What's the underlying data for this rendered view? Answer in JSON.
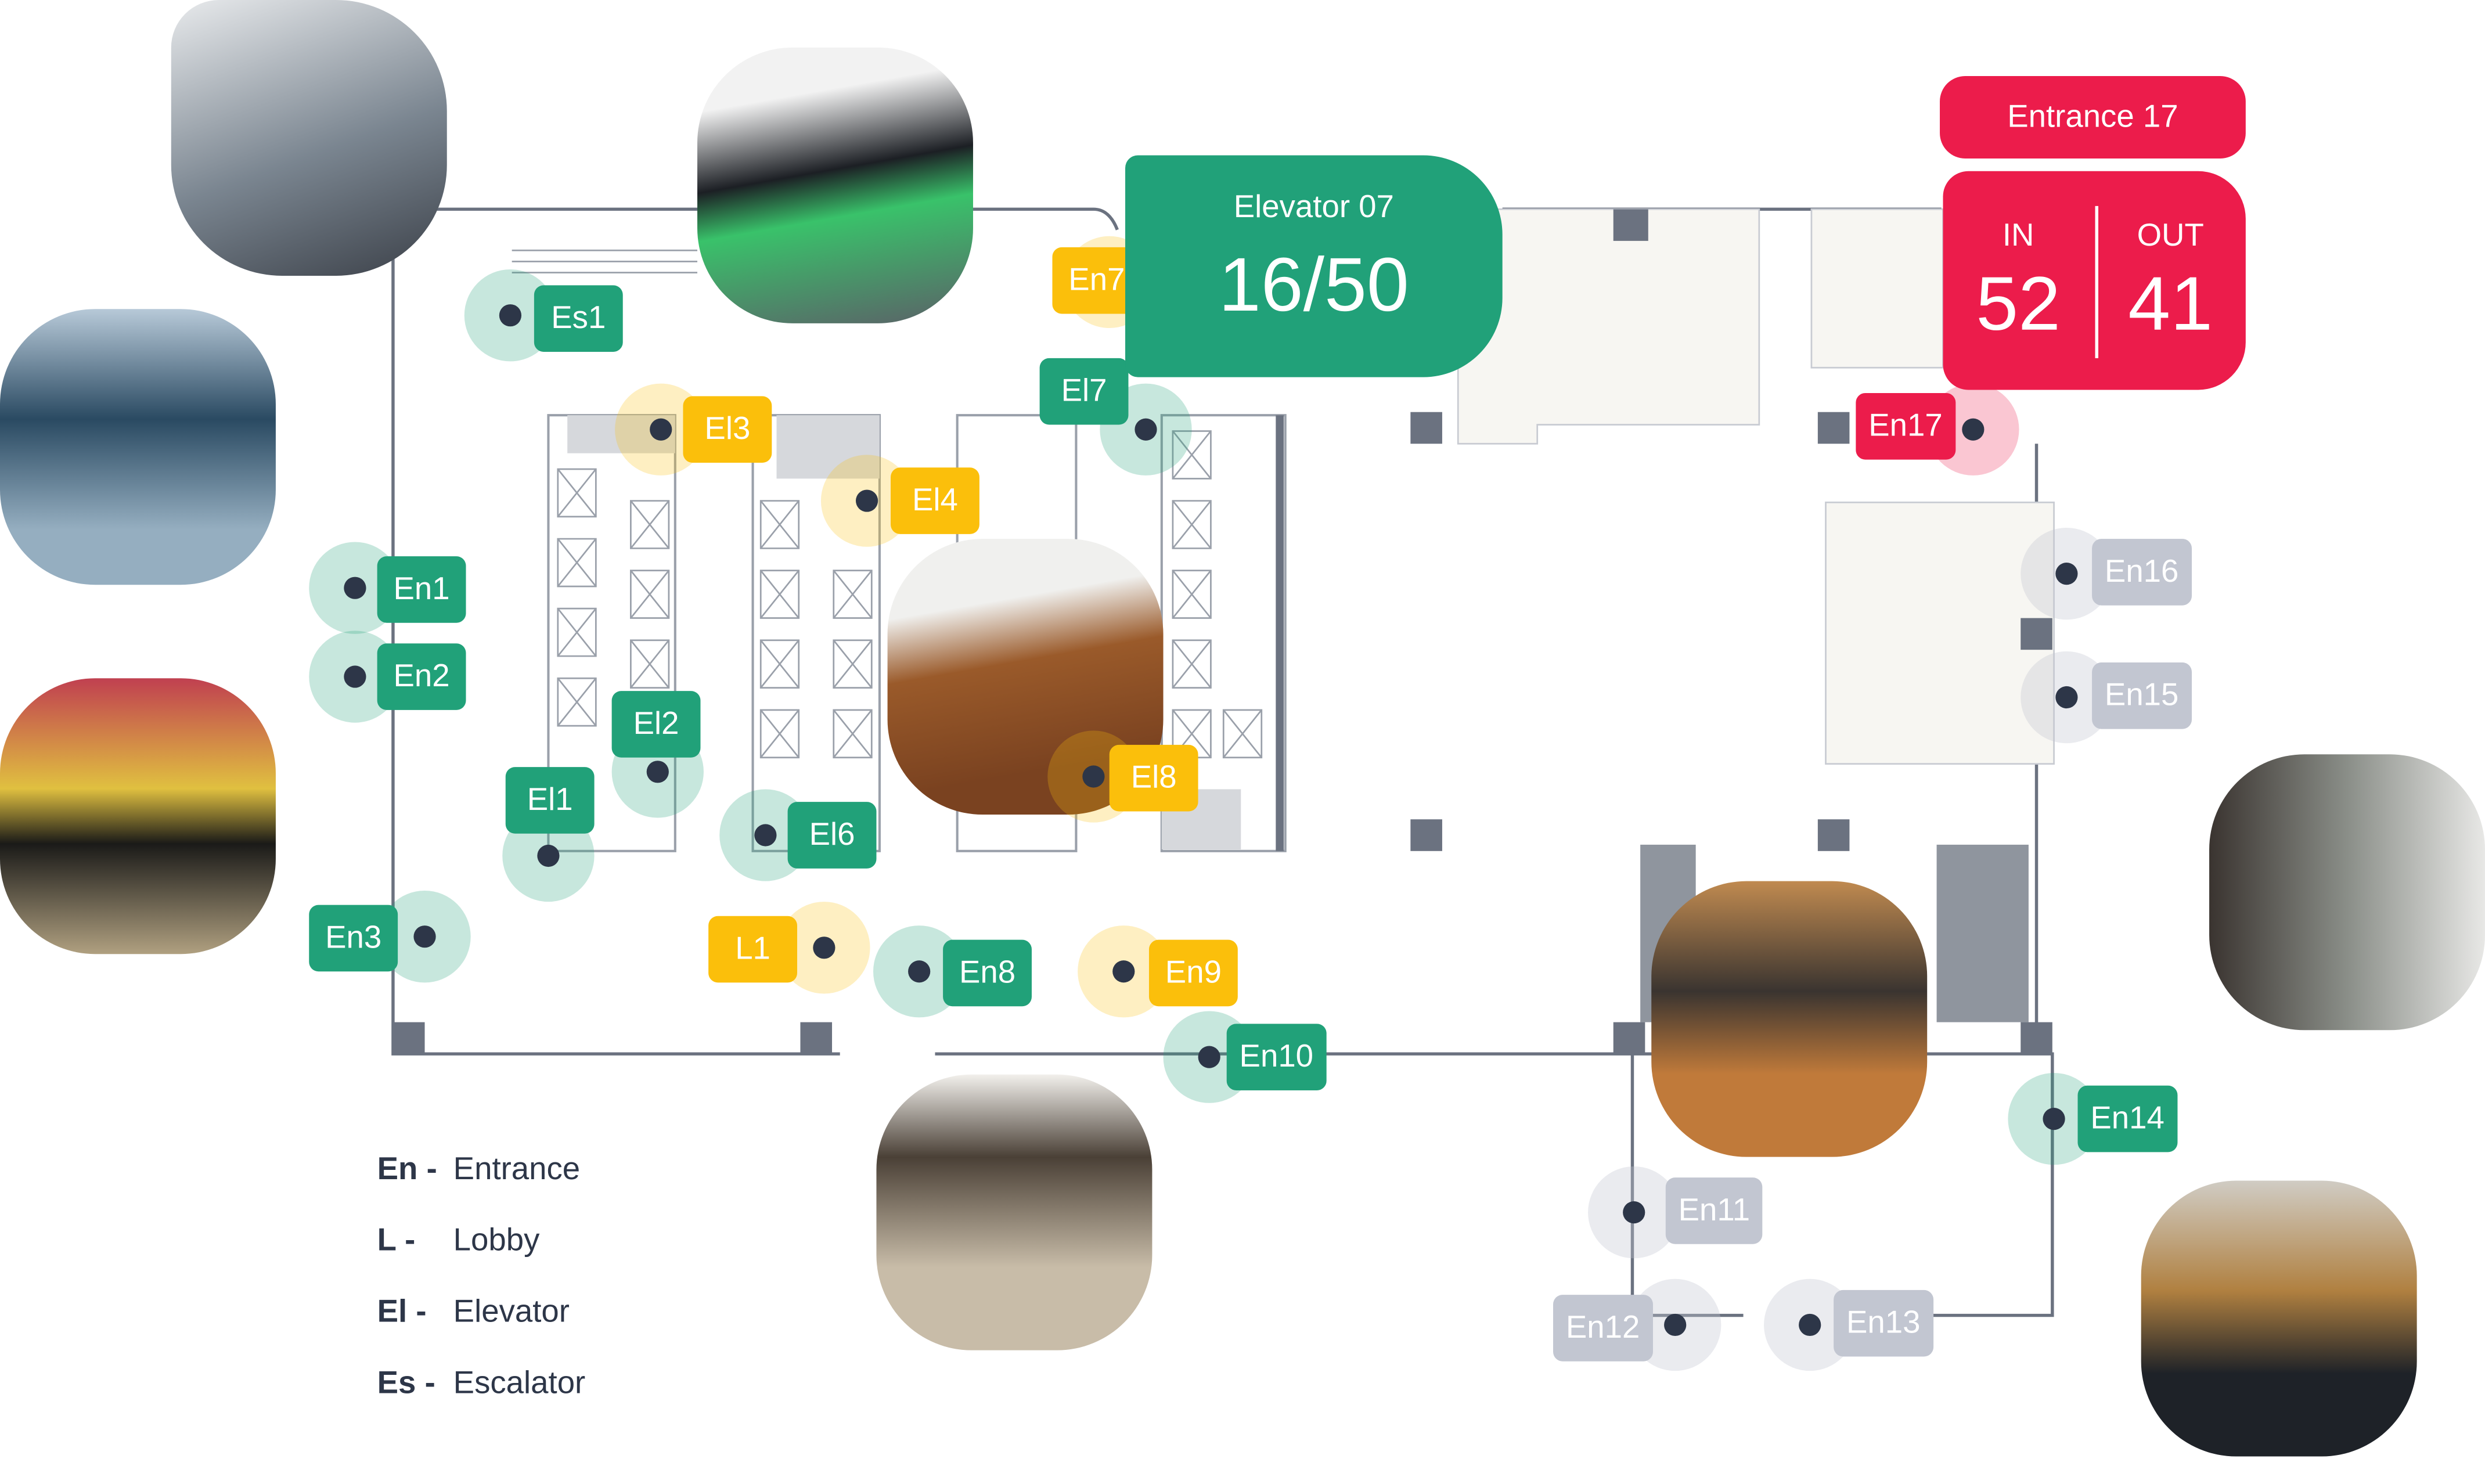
{
  "elevator_card": {
    "title": "Elevator 07",
    "value": "16/50"
  },
  "entrance_card": {
    "title": "Entrance 17",
    "in_label": "IN",
    "in_value": "52",
    "out_label": "OUT",
    "out_value": "41"
  },
  "markers": [
    "Es1",
    "El3",
    "El4",
    "En7",
    "El7",
    "En1",
    "En2",
    "El2",
    "El1",
    "El6",
    "El8",
    "En3",
    "L1",
    "En8",
    "En9",
    "En10",
    "En17",
    "En16",
    "En15",
    "En14",
    "En11",
    "En12",
    "En13"
  ],
  "legend": [
    {
      "code": "En -",
      "label": "Entrance"
    },
    {
      "code": "L -",
      "label": "Lobby"
    },
    {
      "code": "El -",
      "label": "Elevator"
    },
    {
      "code": "Es -",
      "label": "Escalator"
    }
  ],
  "colors": {
    "elevator": "#21a179",
    "lobby": "#fbbf0b",
    "alert": "#ec1c4b",
    "inactive": "#c2c6d1",
    "dot": "#2d3648"
  }
}
